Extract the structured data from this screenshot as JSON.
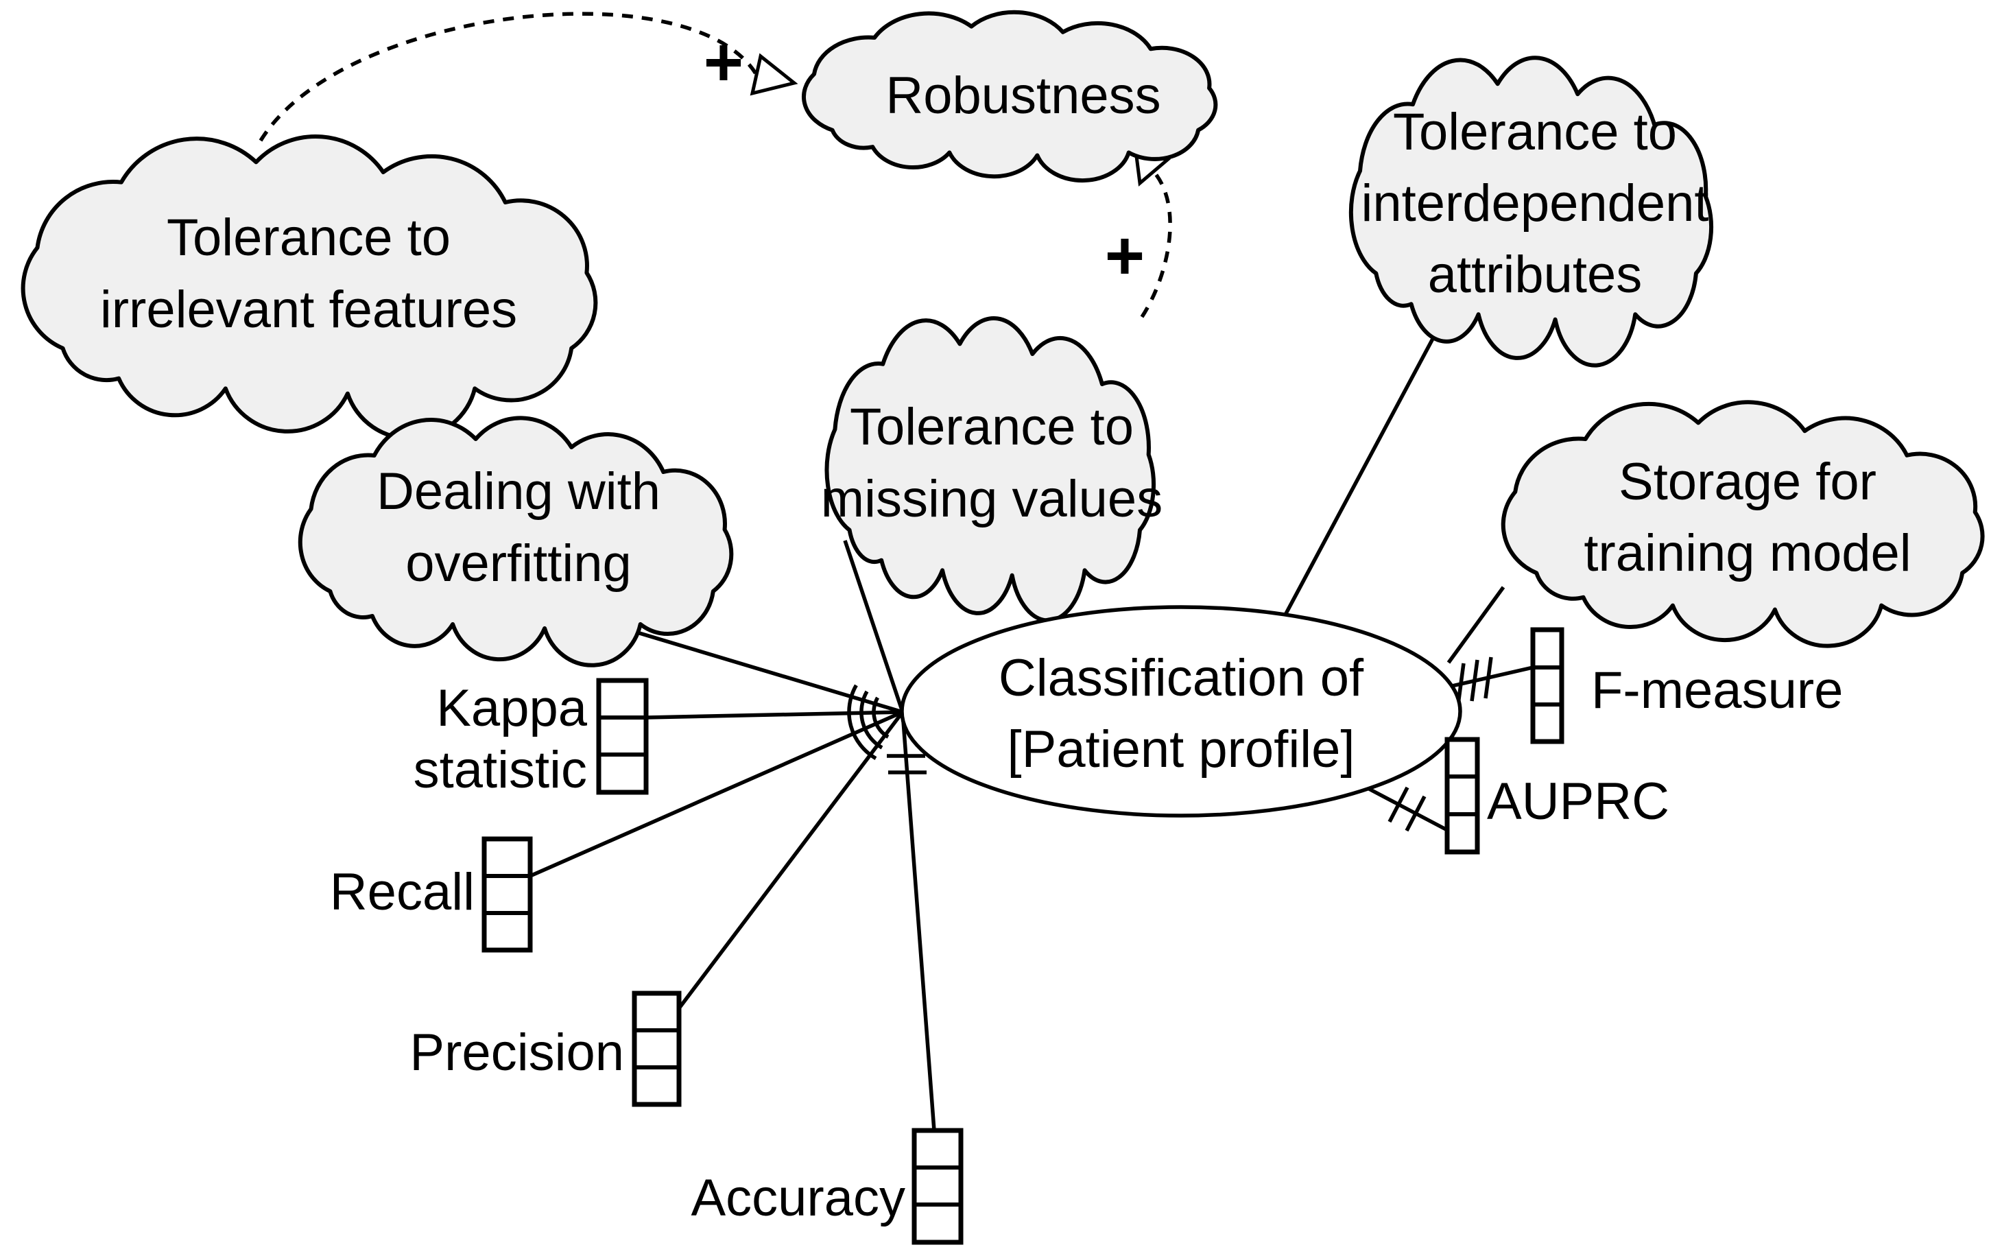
{
  "diagram_type": "softgoal-interdependency-graph",
  "colors": {
    "background": "#ffffff",
    "cloud_fill": "#f0f0f0",
    "node_fill": "#ffffff",
    "stroke": "#000000"
  },
  "softgoals": {
    "robustness": {
      "label": "Robustness"
    },
    "tolerance_irrelevant": {
      "line1": "Tolerance to",
      "line2": "irrelevant features"
    },
    "dealing_overfitting": {
      "line1": "Dealing with",
      "line2": "overfitting"
    },
    "tolerance_missing": {
      "line1": "Tolerance to",
      "line2": "missing values"
    },
    "tolerance_interdependent": {
      "line1": "Tolerance to",
      "line2": "interdependent",
      "line3": "attributes"
    },
    "storage_training": {
      "line1": "Storage for",
      "line2": "training model"
    }
  },
  "task": {
    "line1": "Classification of",
    "line2": "[Patient profile]"
  },
  "metrics": {
    "kappa": {
      "line1": "Kappa",
      "line2": "statistic"
    },
    "recall": {
      "label": "Recall"
    },
    "precision": {
      "label": "Precision"
    },
    "accuracy": {
      "label": "Accuracy"
    },
    "f_measure": {
      "label": "F-measure"
    },
    "auprc": {
      "label": "AUPRC"
    }
  },
  "contributions": {
    "irrelevant_to_robustness": {
      "label": "+"
    },
    "missing_to_robustness": {
      "label": "+"
    }
  }
}
